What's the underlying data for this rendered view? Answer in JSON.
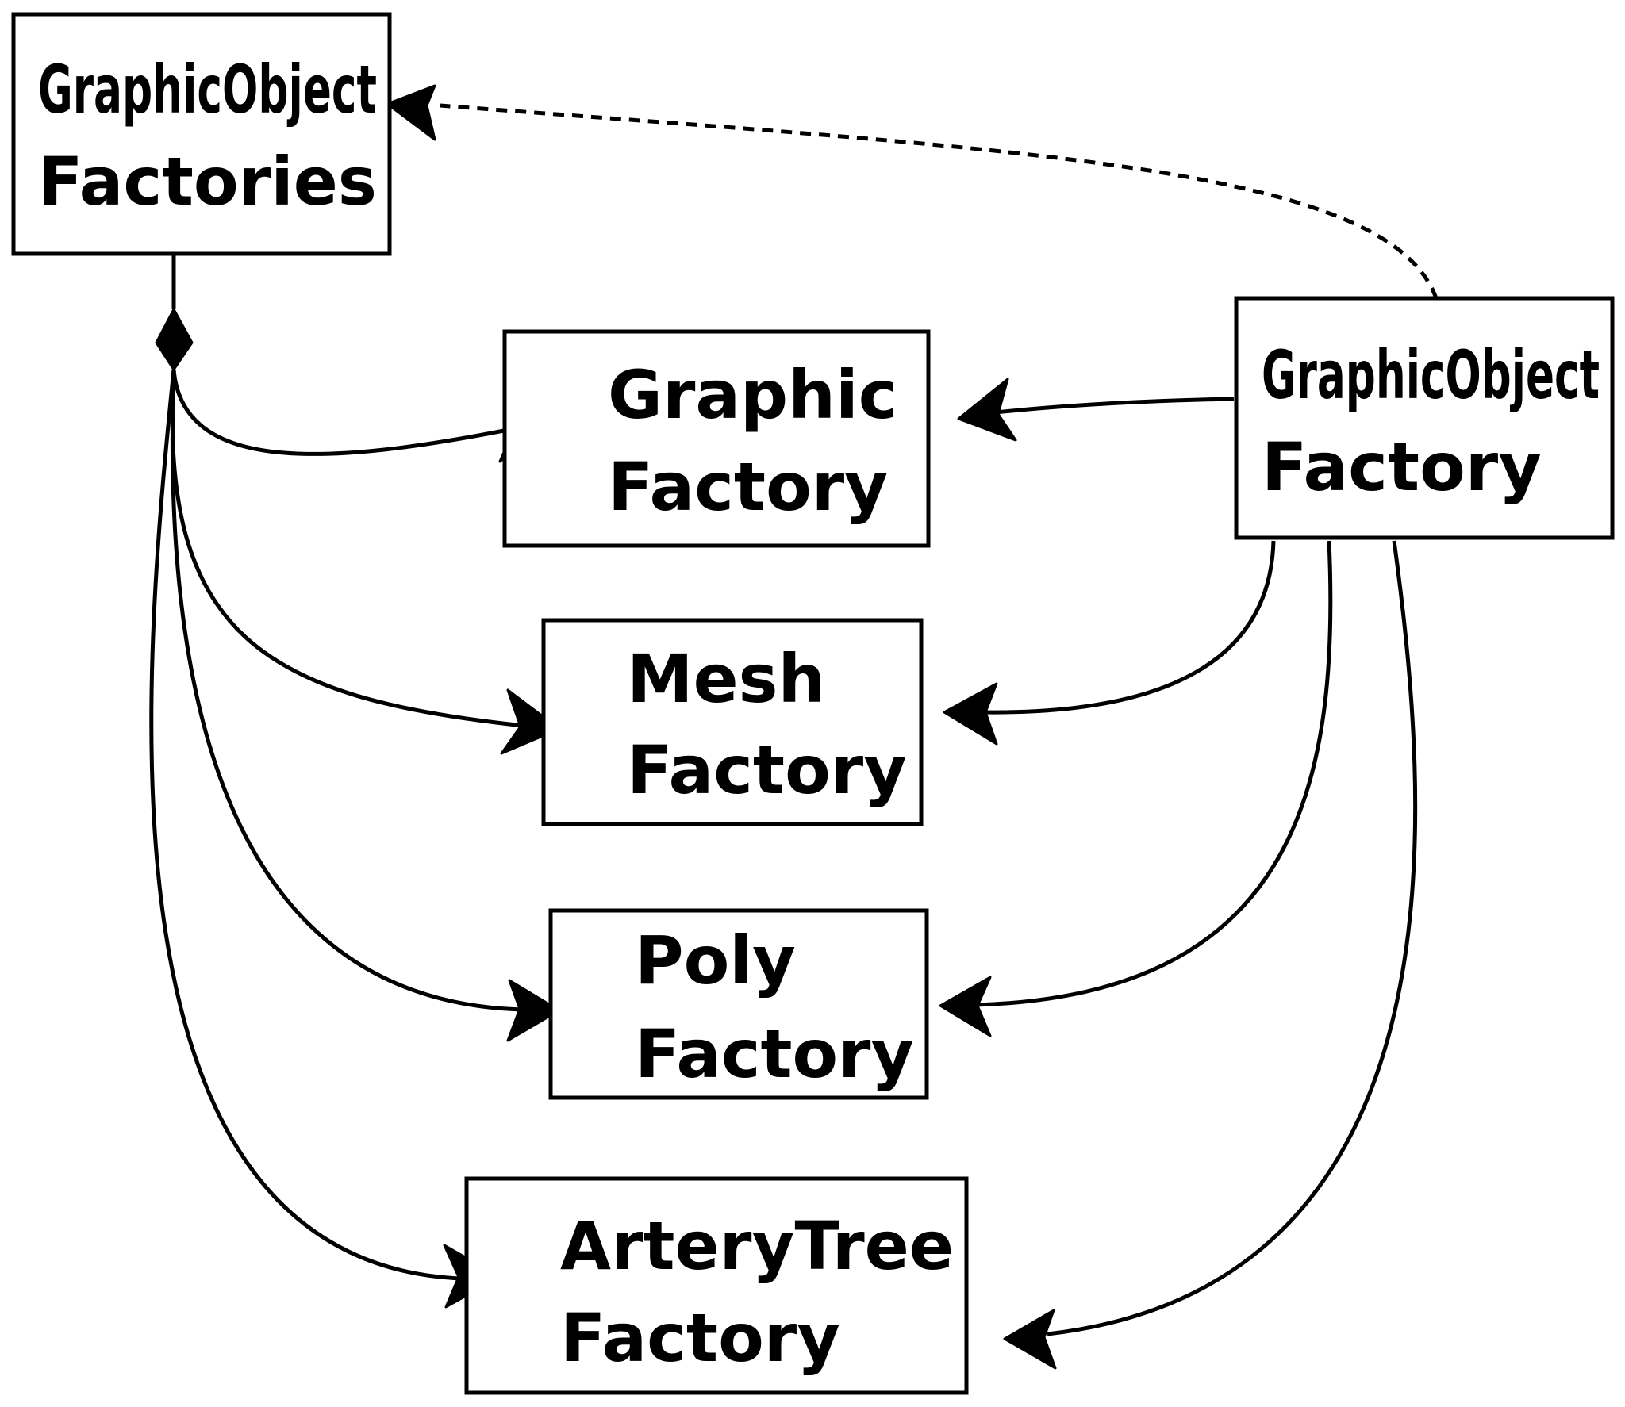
{
  "diagram": {
    "nodes": {
      "factories": {
        "line1": "GraphicObject",
        "line2": "Factories"
      },
      "graphic": {
        "line1": "Graphic",
        "line2": "Factory"
      },
      "mesh": {
        "line1": "Mesh",
        "line2": "Factory"
      },
      "poly": {
        "line1": "Poly",
        "line2": "Factory"
      },
      "artery": {
        "line1": "ArteryTree",
        "line2": "Factory"
      },
      "base": {
        "line1": "GraphicObject",
        "line2": "Factory"
      }
    },
    "edges": [
      {
        "from": "factories",
        "to": "graphic",
        "kind": "composition"
      },
      {
        "from": "factories",
        "to": "mesh",
        "kind": "composition"
      },
      {
        "from": "factories",
        "to": "poly",
        "kind": "composition"
      },
      {
        "from": "factories",
        "to": "artery",
        "kind": "composition"
      },
      {
        "from": "base",
        "to": "graphic",
        "kind": "association"
      },
      {
        "from": "base",
        "to": "mesh",
        "kind": "association"
      },
      {
        "from": "base",
        "to": "poly",
        "kind": "association"
      },
      {
        "from": "base",
        "to": "artery",
        "kind": "association"
      },
      {
        "from": "base",
        "to": "factories",
        "kind": "dependency"
      }
    ],
    "colors": {
      "stroke": "#000000",
      "background": "#ffffff"
    }
  }
}
